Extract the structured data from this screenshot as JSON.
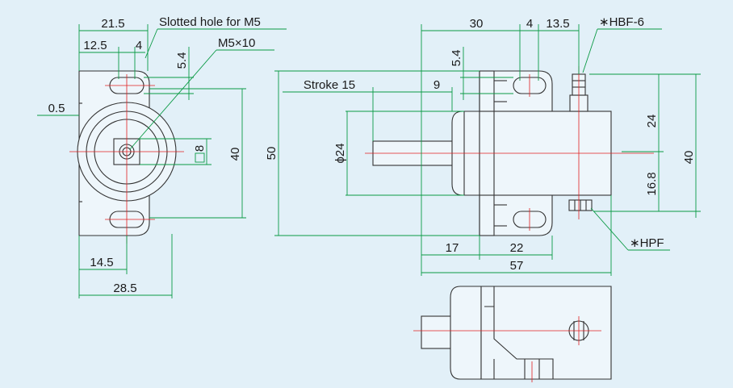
{
  "colors": {
    "background": "#e2f0f8",
    "outline": "#333333",
    "dimension": "#0b9a45",
    "centerline": "#e02020"
  },
  "front_view": {
    "dim_width_top": "21.5",
    "dim_hole_offset": "12.5",
    "dim_hole_width": "4",
    "note_slotted_hole": "Slotted hole for M5",
    "dim_slot_height": "5.4",
    "note_thread": "M5×10",
    "dim_plate_thickness": "0.5",
    "dim_square": "8",
    "dim_height": "40",
    "dim_center_x": "14.5",
    "dim_total_width": "28.5"
  },
  "side_view": {
    "dim_body_top": "30",
    "dim_gap": "4",
    "dim_flange": "13.5",
    "note_hbf": "∗HBF-6",
    "dim_slot_height": "5.4",
    "dim_stroke": "Stroke 15",
    "dim_nose": "9",
    "dim_diameter": "ϕ24",
    "dim_overall_height": "50",
    "dim_upper": "24",
    "dim_lower": "16.8",
    "dim_body_height": "40",
    "dim_rod_length": "17",
    "dim_body_length": "22",
    "dim_total_length": "57",
    "note_hpf": "∗HPF"
  }
}
